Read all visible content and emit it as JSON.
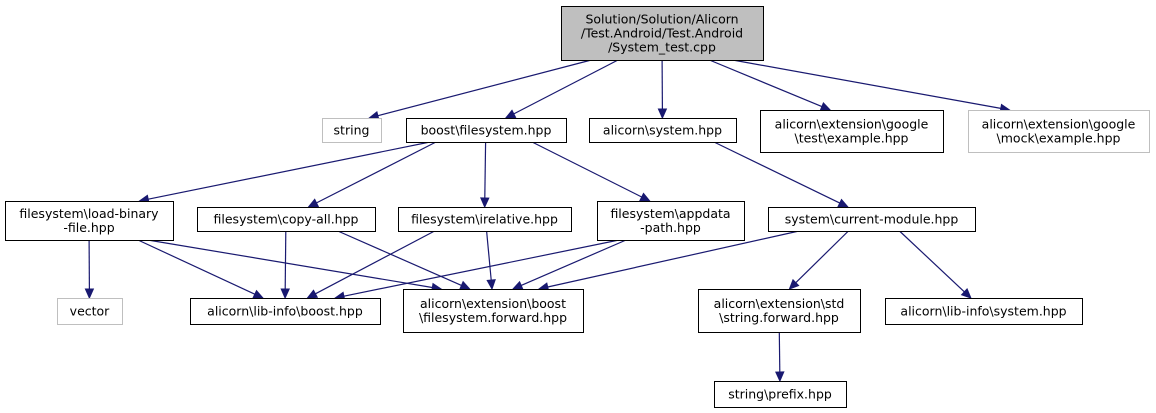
{
  "diagram": {
    "nodes": [
      {
        "id": "root",
        "lines": [
          "Solution/Solution/Alicorn",
          "/Test.Android/Test.Android",
          "/System_test.cpp"
        ],
        "style": "root"
      },
      {
        "id": "string",
        "lines": [
          "string"
        ],
        "style": "grey"
      },
      {
        "id": "boost_fs",
        "lines": [
          "boost\\filesystem.hpp"
        ],
        "style": "normal"
      },
      {
        "id": "alicorn_system",
        "lines": [
          "alicorn\\system.hpp"
        ],
        "style": "normal"
      },
      {
        "id": "google_test",
        "lines": [
          "alicorn\\extension\\google",
          "\\test\\example.hpp"
        ],
        "style": "normal"
      },
      {
        "id": "google_mock",
        "lines": [
          "alicorn\\extension\\google",
          "\\mock\\example.hpp"
        ],
        "style": "grey"
      },
      {
        "id": "load_binary",
        "lines": [
          "filesystem\\load-binary",
          "-file.hpp"
        ],
        "style": "normal"
      },
      {
        "id": "copy_all",
        "lines": [
          "filesystem\\copy-all.hpp"
        ],
        "style": "normal"
      },
      {
        "id": "irelative",
        "lines": [
          "filesystem\\irelative.hpp"
        ],
        "style": "normal"
      },
      {
        "id": "appdata",
        "lines": [
          "filesystem\\appdata",
          "-path.hpp"
        ],
        "style": "normal"
      },
      {
        "id": "current_module",
        "lines": [
          "system\\current-module.hpp"
        ],
        "style": "normal"
      },
      {
        "id": "vector",
        "lines": [
          "vector"
        ],
        "style": "grey"
      },
      {
        "id": "libinfo_boost",
        "lines": [
          "alicorn\\lib-info\\boost.hpp"
        ],
        "style": "normal"
      },
      {
        "id": "fs_forward",
        "lines": [
          "alicorn\\extension\\boost",
          "\\filesystem.forward.hpp"
        ],
        "style": "normal"
      },
      {
        "id": "string_forward",
        "lines": [
          "alicorn\\extension\\std",
          "\\string.forward.hpp"
        ],
        "style": "normal"
      },
      {
        "id": "libinfo_system",
        "lines": [
          "alicorn\\lib-info\\system.hpp"
        ],
        "style": "normal"
      },
      {
        "id": "string_prefix",
        "lines": [
          "string\\prefix.hpp"
        ],
        "style": "normal"
      }
    ],
    "edges": [
      [
        "root",
        "string"
      ],
      [
        "root",
        "boost_fs"
      ],
      [
        "root",
        "alicorn_system"
      ],
      [
        "root",
        "google_test"
      ],
      [
        "root",
        "google_mock"
      ],
      [
        "boost_fs",
        "load_binary"
      ],
      [
        "boost_fs",
        "copy_all"
      ],
      [
        "boost_fs",
        "irelative"
      ],
      [
        "boost_fs",
        "appdata"
      ],
      [
        "alicorn_system",
        "current_module"
      ],
      [
        "load_binary",
        "vector"
      ],
      [
        "load_binary",
        "libinfo_boost"
      ],
      [
        "load_binary",
        "fs_forward"
      ],
      [
        "copy_all",
        "libinfo_boost"
      ],
      [
        "copy_all",
        "fs_forward"
      ],
      [
        "irelative",
        "libinfo_boost"
      ],
      [
        "irelative",
        "fs_forward"
      ],
      [
        "appdata",
        "libinfo_boost"
      ],
      [
        "appdata",
        "fs_forward"
      ],
      [
        "current_module",
        "fs_forward"
      ],
      [
        "current_module",
        "string_forward"
      ],
      [
        "current_module",
        "libinfo_system"
      ],
      [
        "string_forward",
        "string_prefix"
      ]
    ],
    "colors": {
      "edge": "#191970",
      "root_fill": "#bfbfbf",
      "node_border": "#000000",
      "external_border": "#bfbfbf"
    }
  }
}
